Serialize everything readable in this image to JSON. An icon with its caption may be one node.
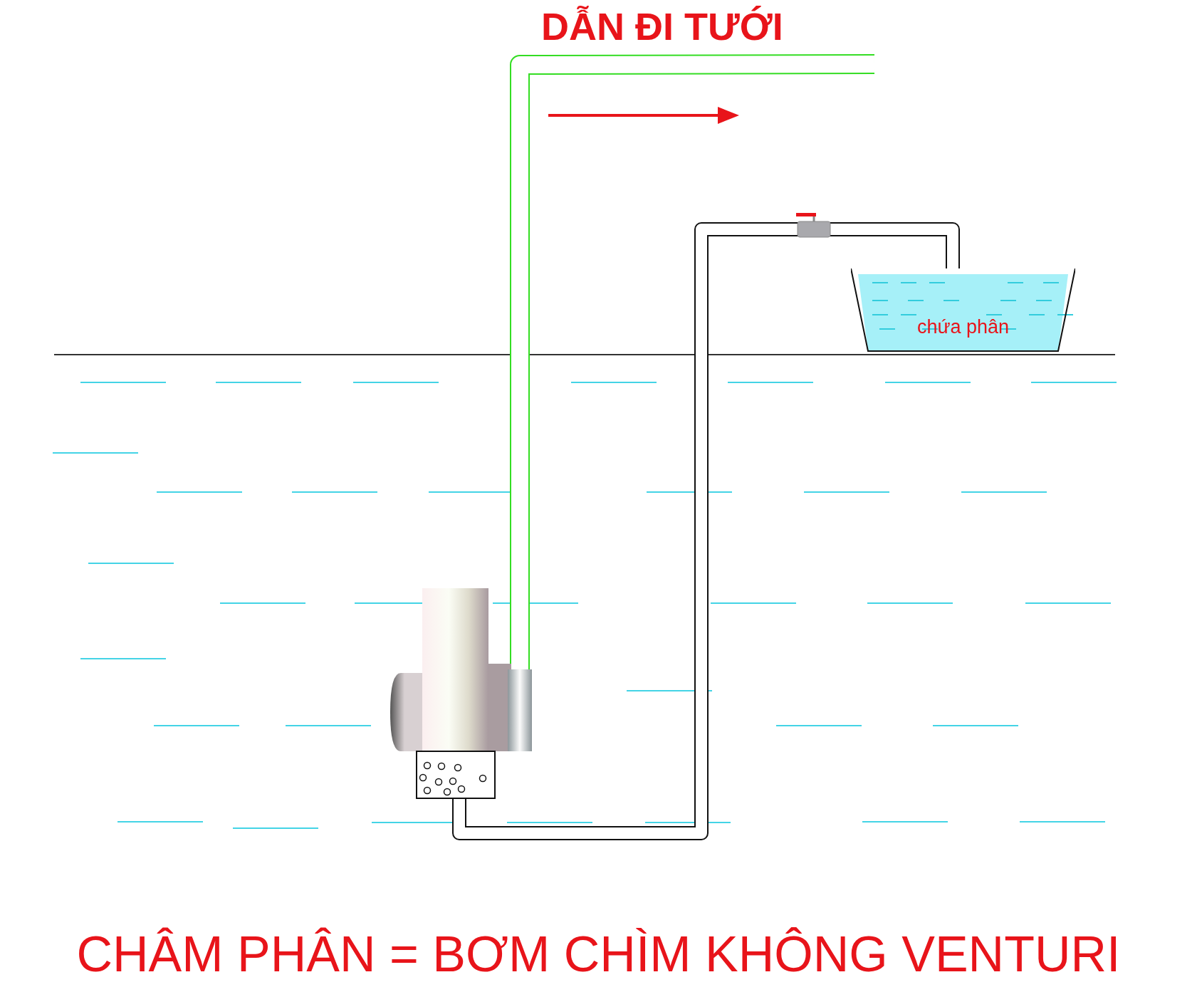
{
  "diagram": {
    "title": "DẪN ĐI TƯỚI",
    "caption": "CHÂM PHÂN = BƠM CHÌM KHÔNG VENTURI",
    "nodes": [
      {
        "text": [
          "chứa phân"
        ]
      },
      {
        "text": [],
        "shape": "picture"
      }
    ],
    "edges": [
      {
        "from": 0,
        "to": 1,
        "arrow": "none"
      },
      {
        "from": 1,
        "to": null,
        "arrow": "none",
        "color": "#33dd22"
      }
    ]
  }
}
